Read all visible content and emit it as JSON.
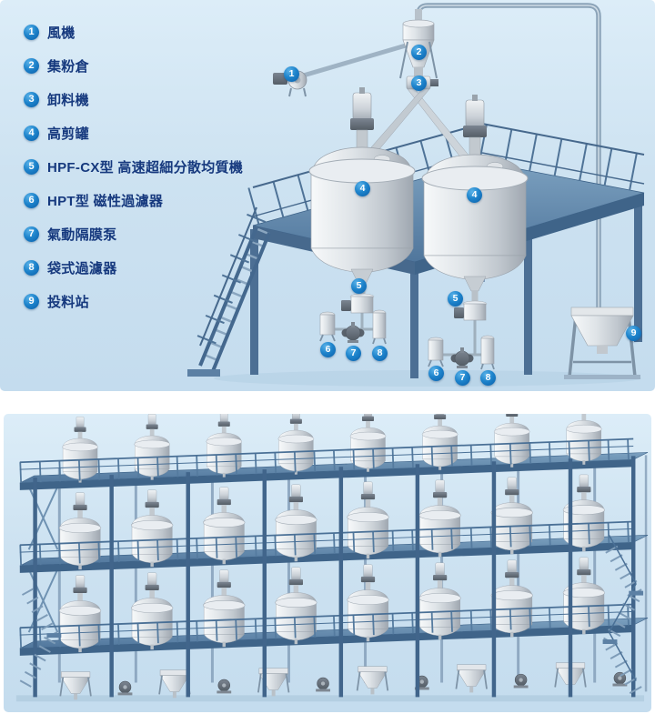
{
  "colors": {
    "panel_background": "#cfe3f2",
    "badge_blue_light": "#5ab2e8",
    "badge_blue_dark": "#0a5ea8",
    "legend_text": "#16397e",
    "structure_steel": "#50769c",
    "equipment_metal": "#d8dde2",
    "pipe_gray": "#8ba3b8"
  },
  "legend": {
    "items": [
      {
        "num": "1",
        "label": "風機"
      },
      {
        "num": "2",
        "label": "集粉倉"
      },
      {
        "num": "3",
        "label": "卸料機"
      },
      {
        "num": "4",
        "label": "高剪罐"
      },
      {
        "num": "5",
        "label": "HPF-CX型 高速超細分散均質機"
      },
      {
        "num": "6",
        "label": "HPT型 磁性過濾器"
      },
      {
        "num": "7",
        "label": "氣動隔膜泵"
      },
      {
        "num": "8",
        "label": "袋式過濾器"
      },
      {
        "num": "9",
        "label": "投料站"
      }
    ]
  }
}
